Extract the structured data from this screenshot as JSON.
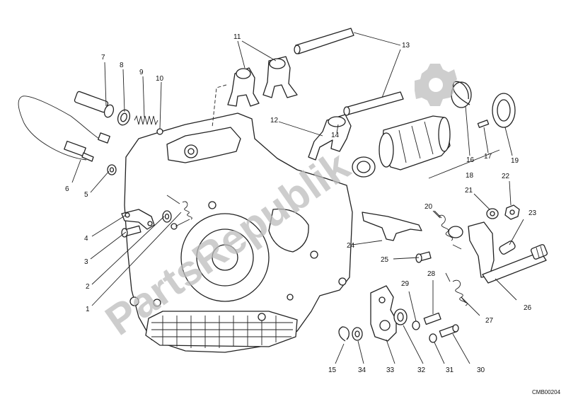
{
  "diagram_code": "CMB00204",
  "watermark_text": "PartsRepublik",
  "accent_color": "#bdbdbd",
  "callouts": [
    {
      "id": "n1",
      "label": "1"
    },
    {
      "id": "n2",
      "label": "2"
    },
    {
      "id": "n3",
      "label": "3"
    },
    {
      "id": "n4",
      "label": "4"
    },
    {
      "id": "n5",
      "label": "5"
    },
    {
      "id": "n6",
      "label": "6"
    },
    {
      "id": "n7",
      "label": "7"
    },
    {
      "id": "n8",
      "label": "8"
    },
    {
      "id": "n9",
      "label": "9"
    },
    {
      "id": "n10",
      "label": "10"
    },
    {
      "id": "n11",
      "label": "11"
    },
    {
      "id": "n12",
      "label": "12"
    },
    {
      "id": "n13",
      "label": "13"
    },
    {
      "id": "n14",
      "label": "14"
    },
    {
      "id": "n15",
      "label": "15"
    },
    {
      "id": "n16",
      "label": "16"
    },
    {
      "id": "n17",
      "label": "17"
    },
    {
      "id": "n18",
      "label": "18"
    },
    {
      "id": "n19",
      "label": "19"
    },
    {
      "id": "n20",
      "label": "20"
    },
    {
      "id": "n21",
      "label": "21"
    },
    {
      "id": "n22",
      "label": "22"
    },
    {
      "id": "n23",
      "label": "23"
    },
    {
      "id": "n24",
      "label": "24"
    },
    {
      "id": "n25",
      "label": "25"
    },
    {
      "id": "n26",
      "label": "26"
    },
    {
      "id": "n27",
      "label": "27"
    },
    {
      "id": "n28",
      "label": "28"
    },
    {
      "id": "n29",
      "label": "29"
    },
    {
      "id": "n30",
      "label": "30"
    },
    {
      "id": "n31",
      "label": "31"
    },
    {
      "id": "n32",
      "label": "32"
    },
    {
      "id": "n33",
      "label": "33"
    },
    {
      "id": "n34",
      "label": "34"
    }
  ]
}
